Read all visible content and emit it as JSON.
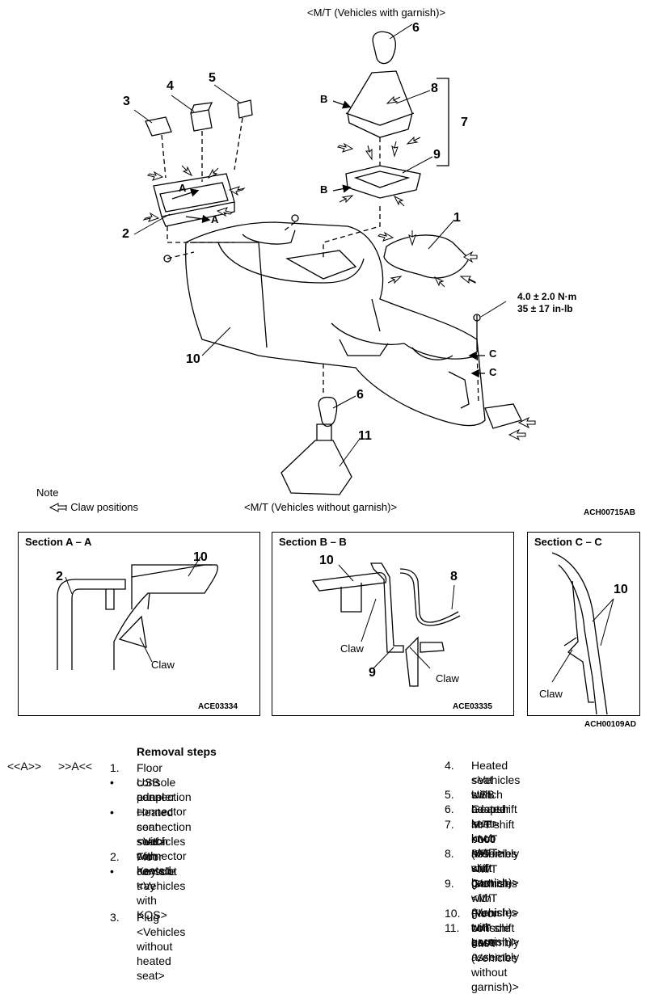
{
  "diagram": {
    "caption_top": "<M/T (Vehicles with garnish)>",
    "caption_bottom": "<M/T (Vehicles without garnish)>",
    "torque_line1": "4.0 ± 2.0 N·m",
    "torque_line2": "35 ± 17 in-lb",
    "note_title": "Note",
    "note_text": ": Claw positions",
    "code_main": "ACH00715AB",
    "code_sections": "ACH00109AD",
    "callouts": {
      "n1": "1",
      "n2": "2",
      "n3": "3",
      "n4": "4",
      "n5": "5",
      "n6a": "6",
      "n6b": "6",
      "n7": "7",
      "n8": "8",
      "n9": "9",
      "n10": "10",
      "n11": "11",
      "A1": "A",
      "A2": "A",
      "B1": "B",
      "B2": "B",
      "C1": "C",
      "C2": "C"
    }
  },
  "sections": [
    {
      "title": "Section A – A",
      "code": "ACE03334",
      "labels": {
        "a": "2",
        "b": "10",
        "claw": "Claw"
      }
    },
    {
      "title": "Section B – B",
      "code": "ACE03335",
      "labels": {
        "a": "10",
        "b": "8",
        "c": "9",
        "claw1": "Claw",
        "claw2": "Claw"
      }
    },
    {
      "title": "Section C – C",
      "labels": {
        "a": "10",
        "claw": "Claw"
      }
    }
  ],
  "removal": {
    "title": "Removal steps",
    "marker1": "<<A>>",
    "marker2": ">>A<<",
    "left_steps": [
      {
        "num": "1.",
        "text": "Floor console panel"
      },
      {
        "num": "•",
        "text": "USB adapter connector"
      },
      {
        "num": "",
        "text": "connection"
      },
      {
        "num": "•",
        "text": "Heated seat switch connector"
      },
      {
        "num": "",
        "text": "connection <Vehicles with heated"
      },
      {
        "num": "",
        "text": "seat>"
      },
      {
        "num": "2.",
        "text": "Floor console tray"
      },
      {
        "num": "•",
        "text": "Key slot <Vehicles with KOS>"
      },
      {
        "num": "3.",
        "text": "Plug"
      },
      {
        "num": "",
        "text": "<Vehicles without heated seat>"
      }
    ],
    "right_steps": [
      {
        "num": "4.",
        "text": "Heated seat switch"
      },
      {
        "num": "",
        "text": "<Vehicles with heated seat>"
      },
      {
        "num": "5.",
        "text": "USB adapter"
      },
      {
        "num": "6.",
        "text": "Gearshift lever knob <M/T>"
      },
      {
        "num": "7.",
        "text": "M/T shift boot assembly"
      },
      {
        "num": "",
        "text": "<M/T (Vehicles with garnish)>"
      },
      {
        "num": "8.",
        "text": "M/T shift boot"
      },
      {
        "num": "",
        "text": "<M/T (Vehicles with garnish)>"
      },
      {
        "num": "9.",
        "text": "Garnish"
      },
      {
        "num": "",
        "text": "<M/T (Vehicles with garnish)>"
      },
      {
        "num": "10.",
        "text": "Floor console assembly"
      },
      {
        "num": "11.",
        "text": "M/T shift boot assembly"
      },
      {
        "num": "",
        "text": "<M/T (Vehicles without garnish)>"
      }
    ]
  }
}
